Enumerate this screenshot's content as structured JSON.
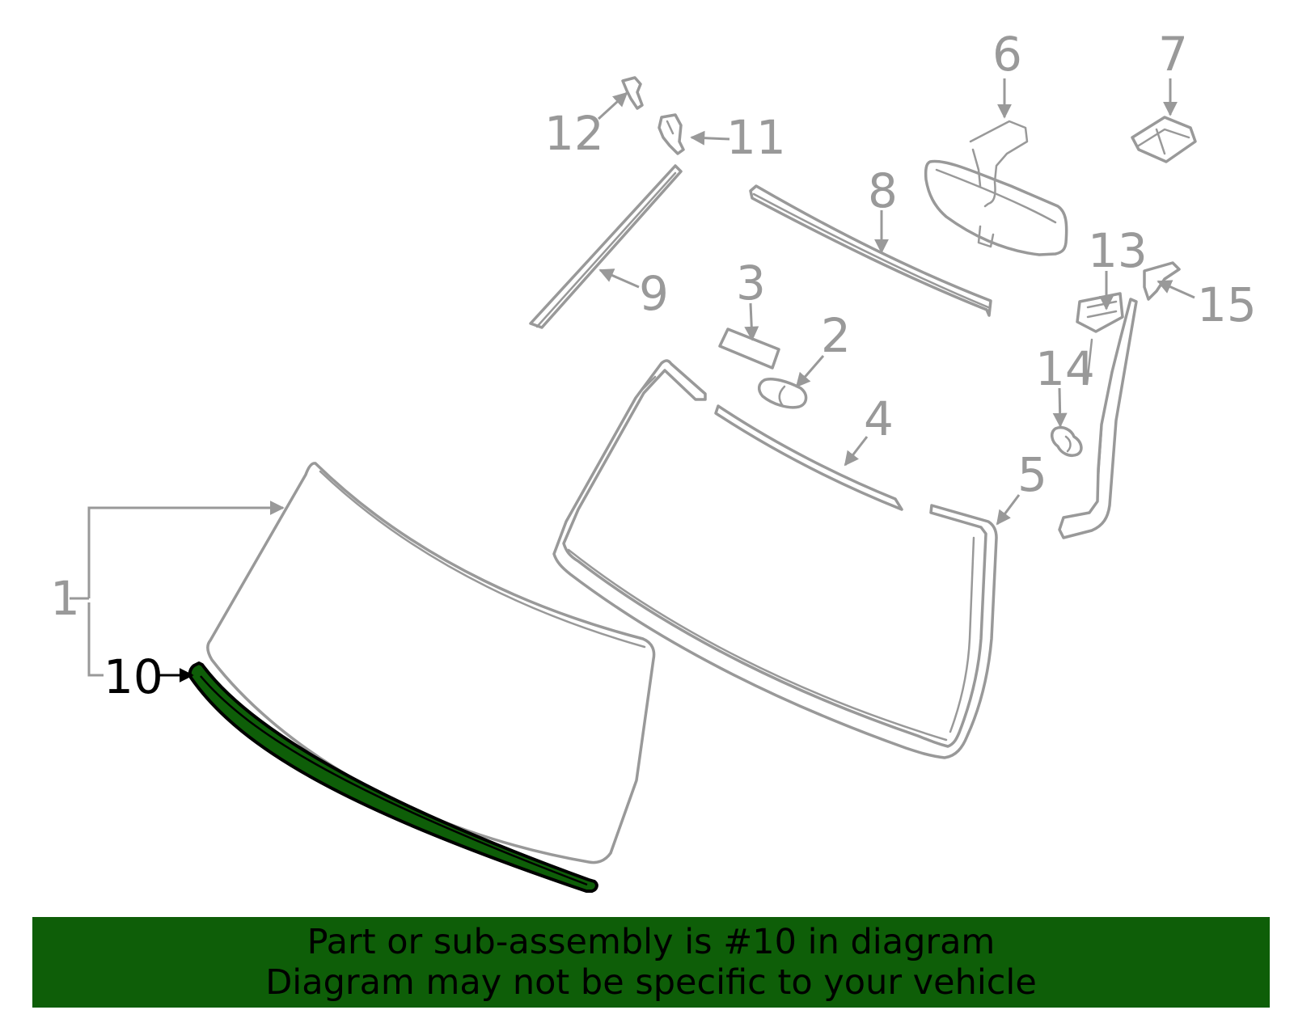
{
  "callouts": {
    "c1": "1",
    "c2": "2",
    "c3": "3",
    "c4": "4",
    "c5": "5",
    "c6": "6",
    "c7": "7",
    "c8": "8",
    "c9": "9",
    "c10": "10",
    "c11": "11",
    "c12": "12",
    "c13": "13",
    "c14": "14",
    "c15": "15"
  },
  "highlighted_part": "10",
  "colors": {
    "highlight": "#0e5e08",
    "line": "#999999",
    "active_label": "#000000"
  },
  "banner": {
    "line1": "Part or sub-assembly is #10 in diagram",
    "line2": "Diagram may not be specific to your vehicle"
  }
}
